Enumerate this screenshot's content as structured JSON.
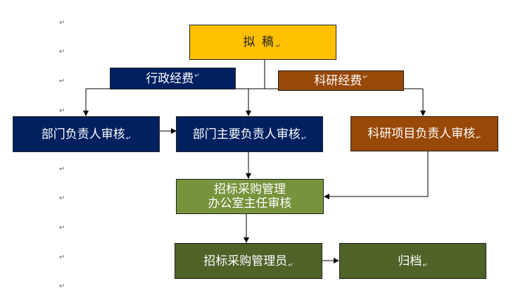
{
  "nodes": {
    "draft": {
      "label": "拟 稿",
      "bg": "#ffc000"
    },
    "admin_fund": {
      "label": "行政经费",
      "bg": "#002060"
    },
    "research_fund": {
      "label": "科研经费",
      "bg": "#984807"
    },
    "dept_head": {
      "label": "部门负责人审核",
      "bg": "#002060"
    },
    "dept_main_head": {
      "label": "部门主要负责人审核",
      "bg": "#002060"
    },
    "project_head": {
      "label": "科研项目负责人审核",
      "bg": "#984807"
    },
    "procurement_director": {
      "label_line1": "招标采购管理",
      "label_line2": "办公室主任审核",
      "bg": "#77933c"
    },
    "procurement_officer": {
      "label": "招标采购管理员",
      "bg": "#4f6228"
    },
    "archive": {
      "label": "归档",
      "bg": "#4f6228"
    }
  },
  "paragraph_mark": "↵"
}
